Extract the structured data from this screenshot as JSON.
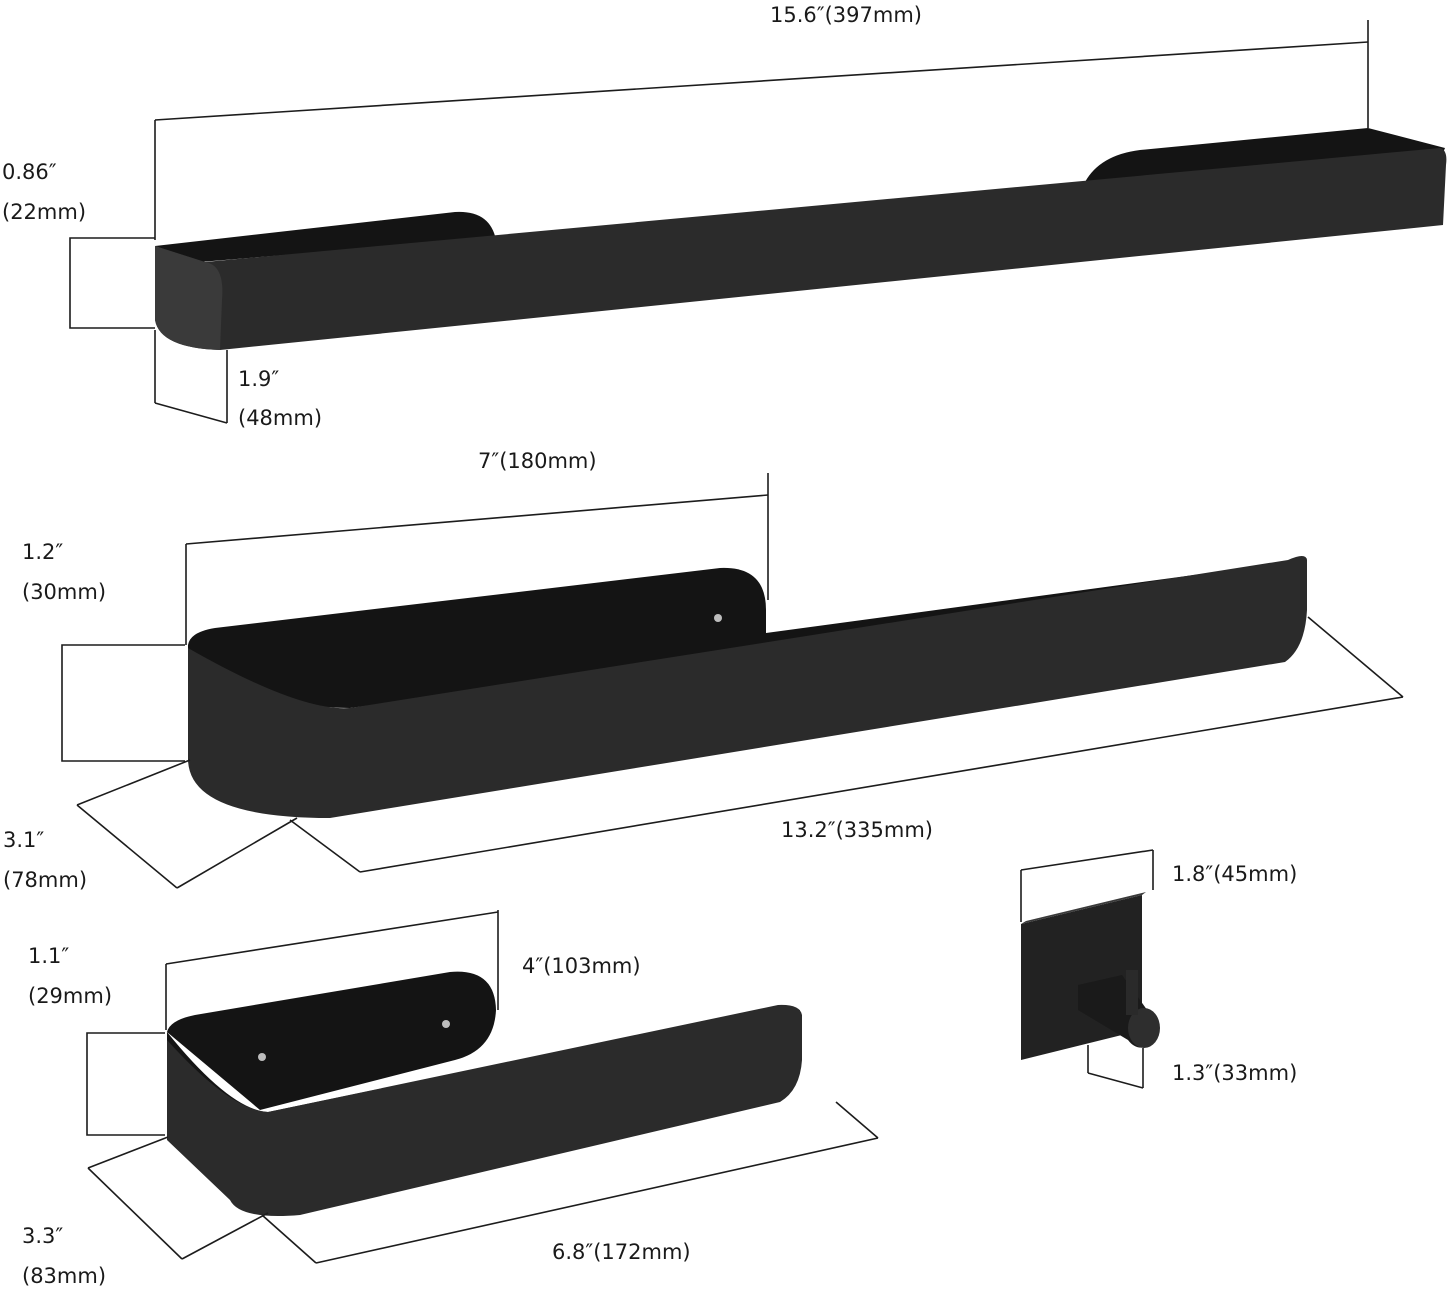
{
  "products": {
    "towel_bar": {
      "length": "15.6″(397mm)",
      "height_in": "0.86″",
      "height_mm": "(22mm)",
      "depth_in": "1.9″",
      "depth_mm": "(48mm)"
    },
    "towel_ring": {
      "mount_length": "7″(180mm)",
      "height_in": "1.2″",
      "height_mm": "(30mm)",
      "depth_in": "3.1″",
      "depth_mm": "(78mm)",
      "length": "13.2″(335mm)"
    },
    "paper_holder": {
      "height_in": "1.1″",
      "height_mm": "(29mm)",
      "mount_length": "4″(103mm)",
      "depth_in": "3.3″",
      "depth_mm": "(83mm)",
      "length": "6.8″(172mm)"
    },
    "hook": {
      "width": "1.8″(45mm)",
      "depth": "1.3″(33mm)"
    }
  },
  "colors": {
    "product": "#222222",
    "dimension_line": "#1c1c1c",
    "background": "#ffffff"
  }
}
